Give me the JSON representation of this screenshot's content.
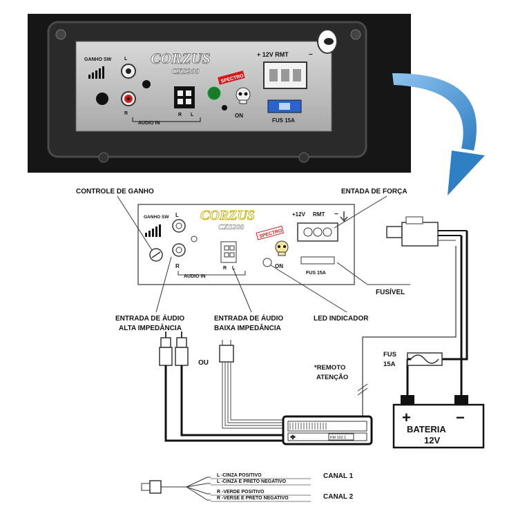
{
  "photo": {
    "ganho_sw": "GANHO SW",
    "l": "L",
    "r": "R",
    "brand": "CORZUS",
    "model": "CXS200",
    "spectro": "SPECTRO",
    "audio_in": "AUDIO IN",
    "rl_r": "R",
    "rl_l": "L",
    "on": "ON",
    "power": "+ 12V RMT",
    "power_minus": "−",
    "fus": "FUS 15A"
  },
  "panel": {
    "ganho_sw": "GANHO SW",
    "l": "L",
    "r": "R",
    "brand": "CORZUS",
    "model": "CXS200",
    "spectro": "SPECTRO",
    "audio_in": "AUDIO IN",
    "rl_r": "R",
    "rl_l": "L",
    "on": "ON",
    "power_12v": "+12V",
    "power_rmt": "RMT",
    "power_minus": "−",
    "fus": "FUS 15A"
  },
  "callouts": {
    "controle_ganho": "CONTROLE DE GANHO",
    "entrada_forca": "ENTADA DE FORÇA",
    "fusivel": "FUSÍVEL",
    "alta_1": "ENTRADA DE ÁUDIO",
    "alta_2": "ALTA IMPEDÂNCIA",
    "baixa_1": "ENTRADA DE ÁUDIO",
    "baixa_2": "BAIXA IMPEDÂNCIA",
    "led": "LED INDICADOR",
    "ou": "OU",
    "remoto_1": "*REMOTO",
    "remoto_2": "ATENÇÃO",
    "fus_1": "FUS",
    "fus_2": "15A"
  },
  "battery": {
    "plus": "+",
    "minus": "−",
    "name": "BATERIA",
    "voltage": "12V"
  },
  "head_unit": {
    "display": "FM 102.1"
  },
  "legend": {
    "wire1": "L -CINZA POSITIVO",
    "wire2": "L -CINZA E PRETO NEGATIVO",
    "wire3": "R -VERDE POSITIVO",
    "wire4": "R -VERSE E PRETO NEGATIVO",
    "canal1": "CANAL 1",
    "canal2": "CANAL 2"
  },
  "colors": {
    "arrow": "#2f7fc4",
    "fuse_blue": "#2a63c9",
    "rca_red": "#d62020",
    "spectro_red": "#d11a1a",
    "brand_yellow": "#c9b500"
  }
}
